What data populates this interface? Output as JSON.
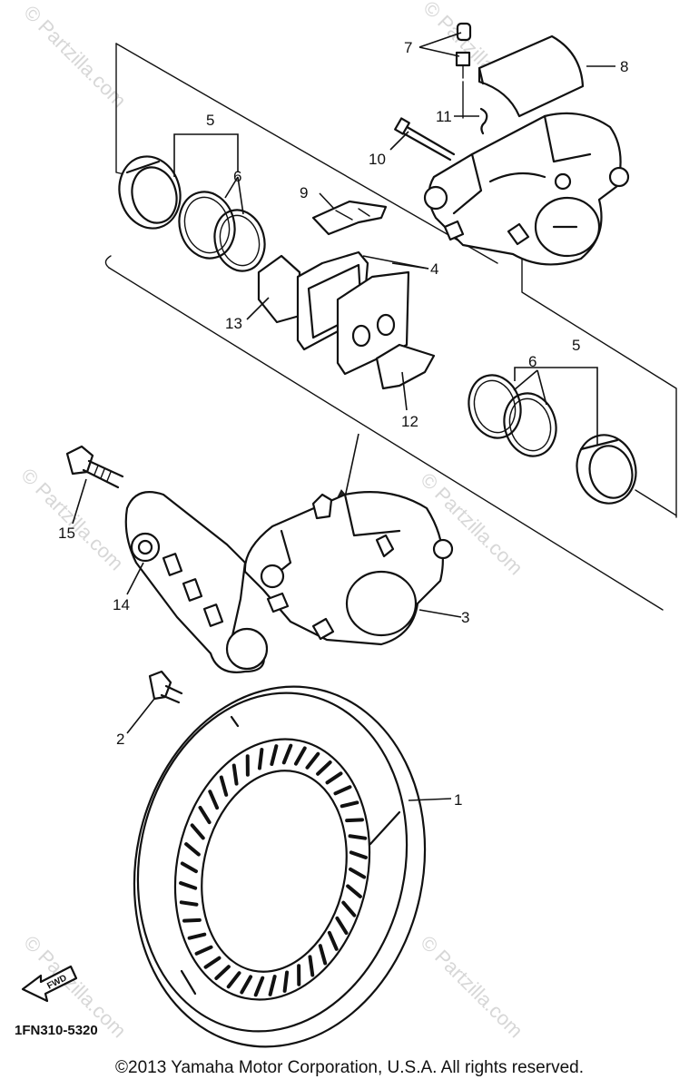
{
  "callouts": {
    "c1": "1",
    "c2": "2",
    "c3": "3",
    "c4": "4",
    "c5a": "5",
    "c5b": "5",
    "c6a": "6",
    "c6b": "6",
    "c7": "7",
    "c8": "8",
    "c9": "9",
    "c10": "10",
    "c11": "11",
    "c12": "12",
    "c13": "13",
    "c14": "14",
    "c15": "15"
  },
  "watermark": {
    "text": "© Partzilla.com",
    "tl": "© Partzilla.com",
    "tr": "© Partzilla.com",
    "ml": "© Partzilla.com",
    "mr": "© Partzilla.com",
    "bl": "© Partzilla.com",
    "br": "© Partzilla.com"
  },
  "fwd_label": "FWD",
  "diagram_code": "1FN310-5320",
  "copyright": "©2013  Yamaha Motor Corporation, U.S.A. All rights reserved.",
  "colors": {
    "ink": "#111111",
    "watermark": "#d7d7d7",
    "background": "#ffffff"
  }
}
